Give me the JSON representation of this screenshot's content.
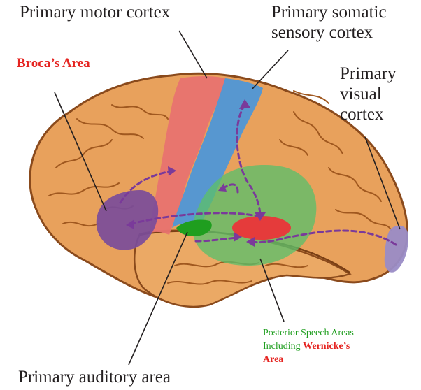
{
  "labels": {
    "motor": "Primary motor cortex",
    "soma_line1": "Primary somatic",
    "soma_line2": "sensory cortex",
    "broca": "Broca’s Area",
    "visual_line1": "Primary",
    "visual_line2": "visual",
    "visual_line3": "cortex",
    "posterior_line1": "Posterior Speech Areas",
    "posterior_line2_prefix": "Including ",
    "posterior_line2_highlight": "Wernicke’s",
    "posterior_line3": "Area",
    "auditory": "Primary auditory area"
  },
  "colors": {
    "brain": "#e8a15c",
    "brain_outline": "#8a4a1c",
    "motor": "#e8736f",
    "somatic": "#4f97d6",
    "broca": "#7a4c9a",
    "speech": "#5cbf6a",
    "wernicke": "#e53b3b",
    "auditory": "#1f9e1f",
    "visual": "#9a8cc6",
    "pathway": "#7a3a9a",
    "label_red": "#e52421",
    "label_green": "#1f9e1f"
  }
}
